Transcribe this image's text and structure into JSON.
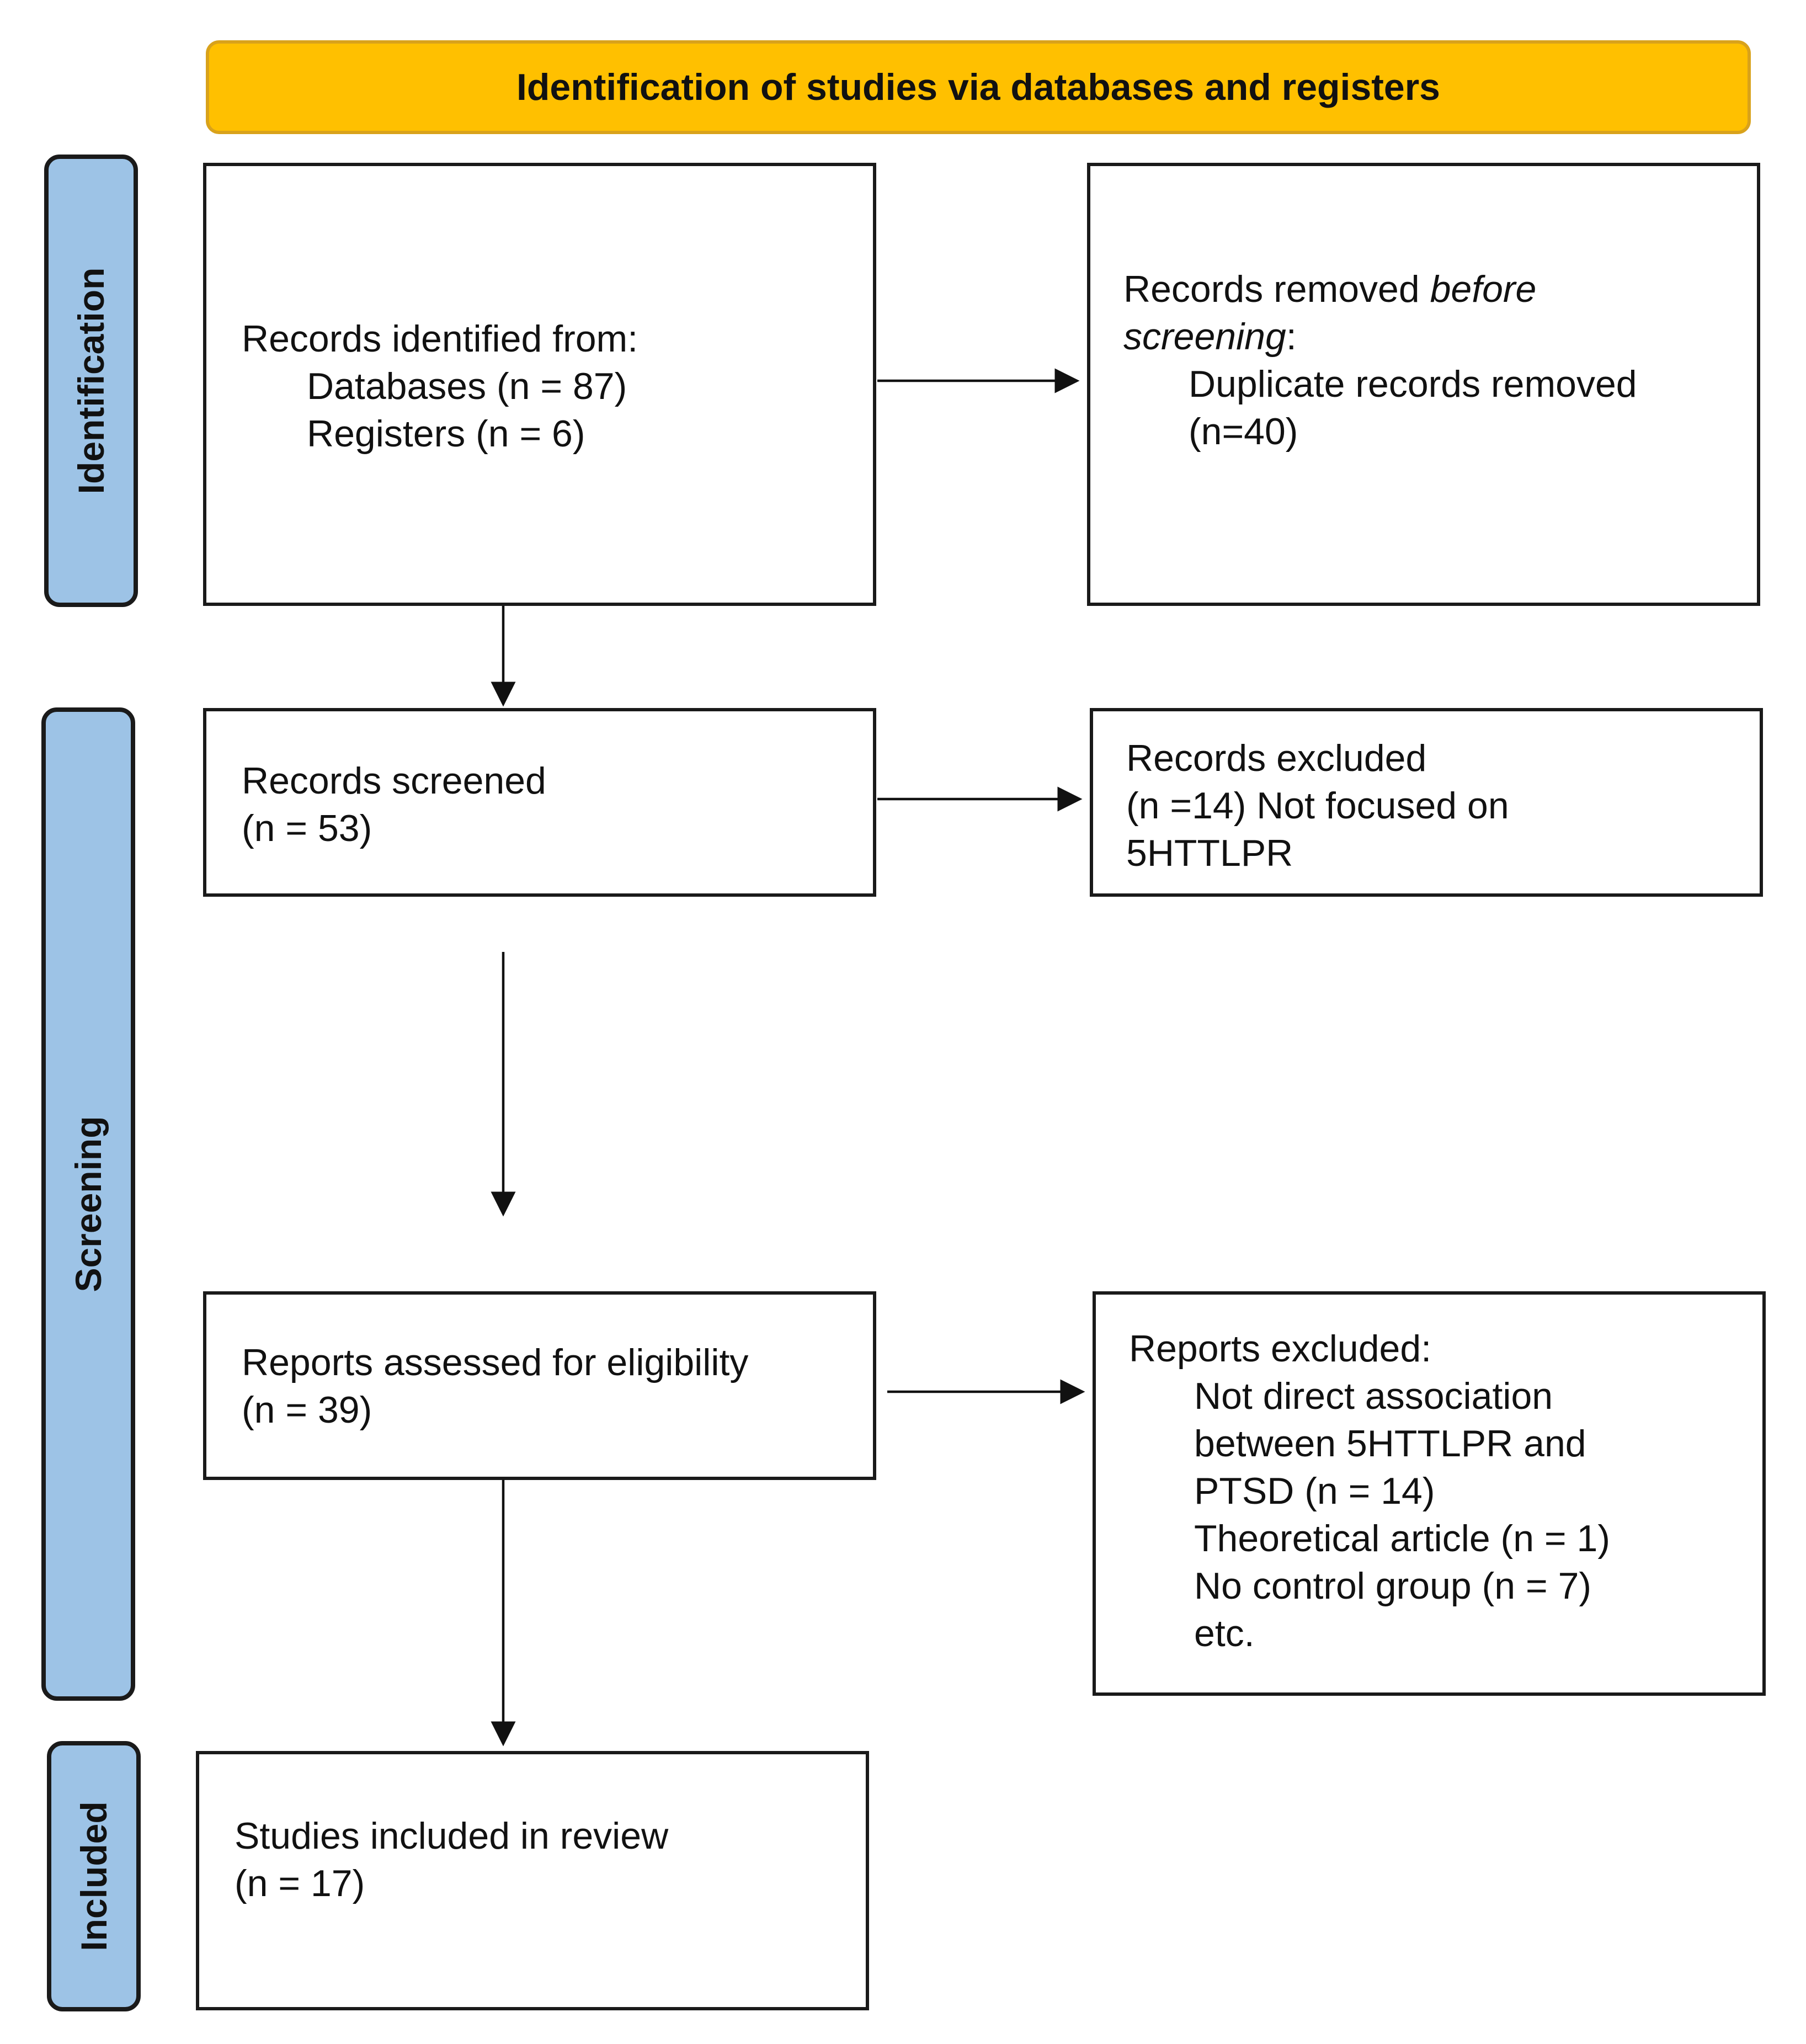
{
  "header": {
    "title": "Identification of studies via databases and registers"
  },
  "phases": {
    "identification": "Identification",
    "screening": "Screening",
    "included": "Included"
  },
  "boxes": {
    "records_identified": {
      "title": "Records identified from:",
      "databases": "Databases (n = 87)",
      "registers": "Registers (n = 6)"
    },
    "records_removed": {
      "title_pre": "Records removed ",
      "title_italic_1": "before",
      "title_italic_2": "screening",
      "title_post": ":",
      "line1": "Duplicate records removed",
      "line2": "(n=40)"
    },
    "records_screened": {
      "title": "Records screened",
      "count": "(n = 53)"
    },
    "records_excluded": {
      "title": "Records excluded",
      "line1": "(n =14) Not focused on",
      "line2": "5HTTLPR"
    },
    "reports_assessed": {
      "title": "Reports assessed for eligibility",
      "count": "(n = 39)"
    },
    "reports_excluded": {
      "title": "Reports excluded:",
      "reasons": [
        "Not direct association",
        "between 5HTTLPR and",
        "PTSD (n = 14)",
        "Theoretical article (n = 1)",
        "No control group (n = 7)",
        "etc."
      ]
    },
    "studies_included": {
      "title": "Studies included in review",
      "count": "(n = 17)"
    }
  }
}
